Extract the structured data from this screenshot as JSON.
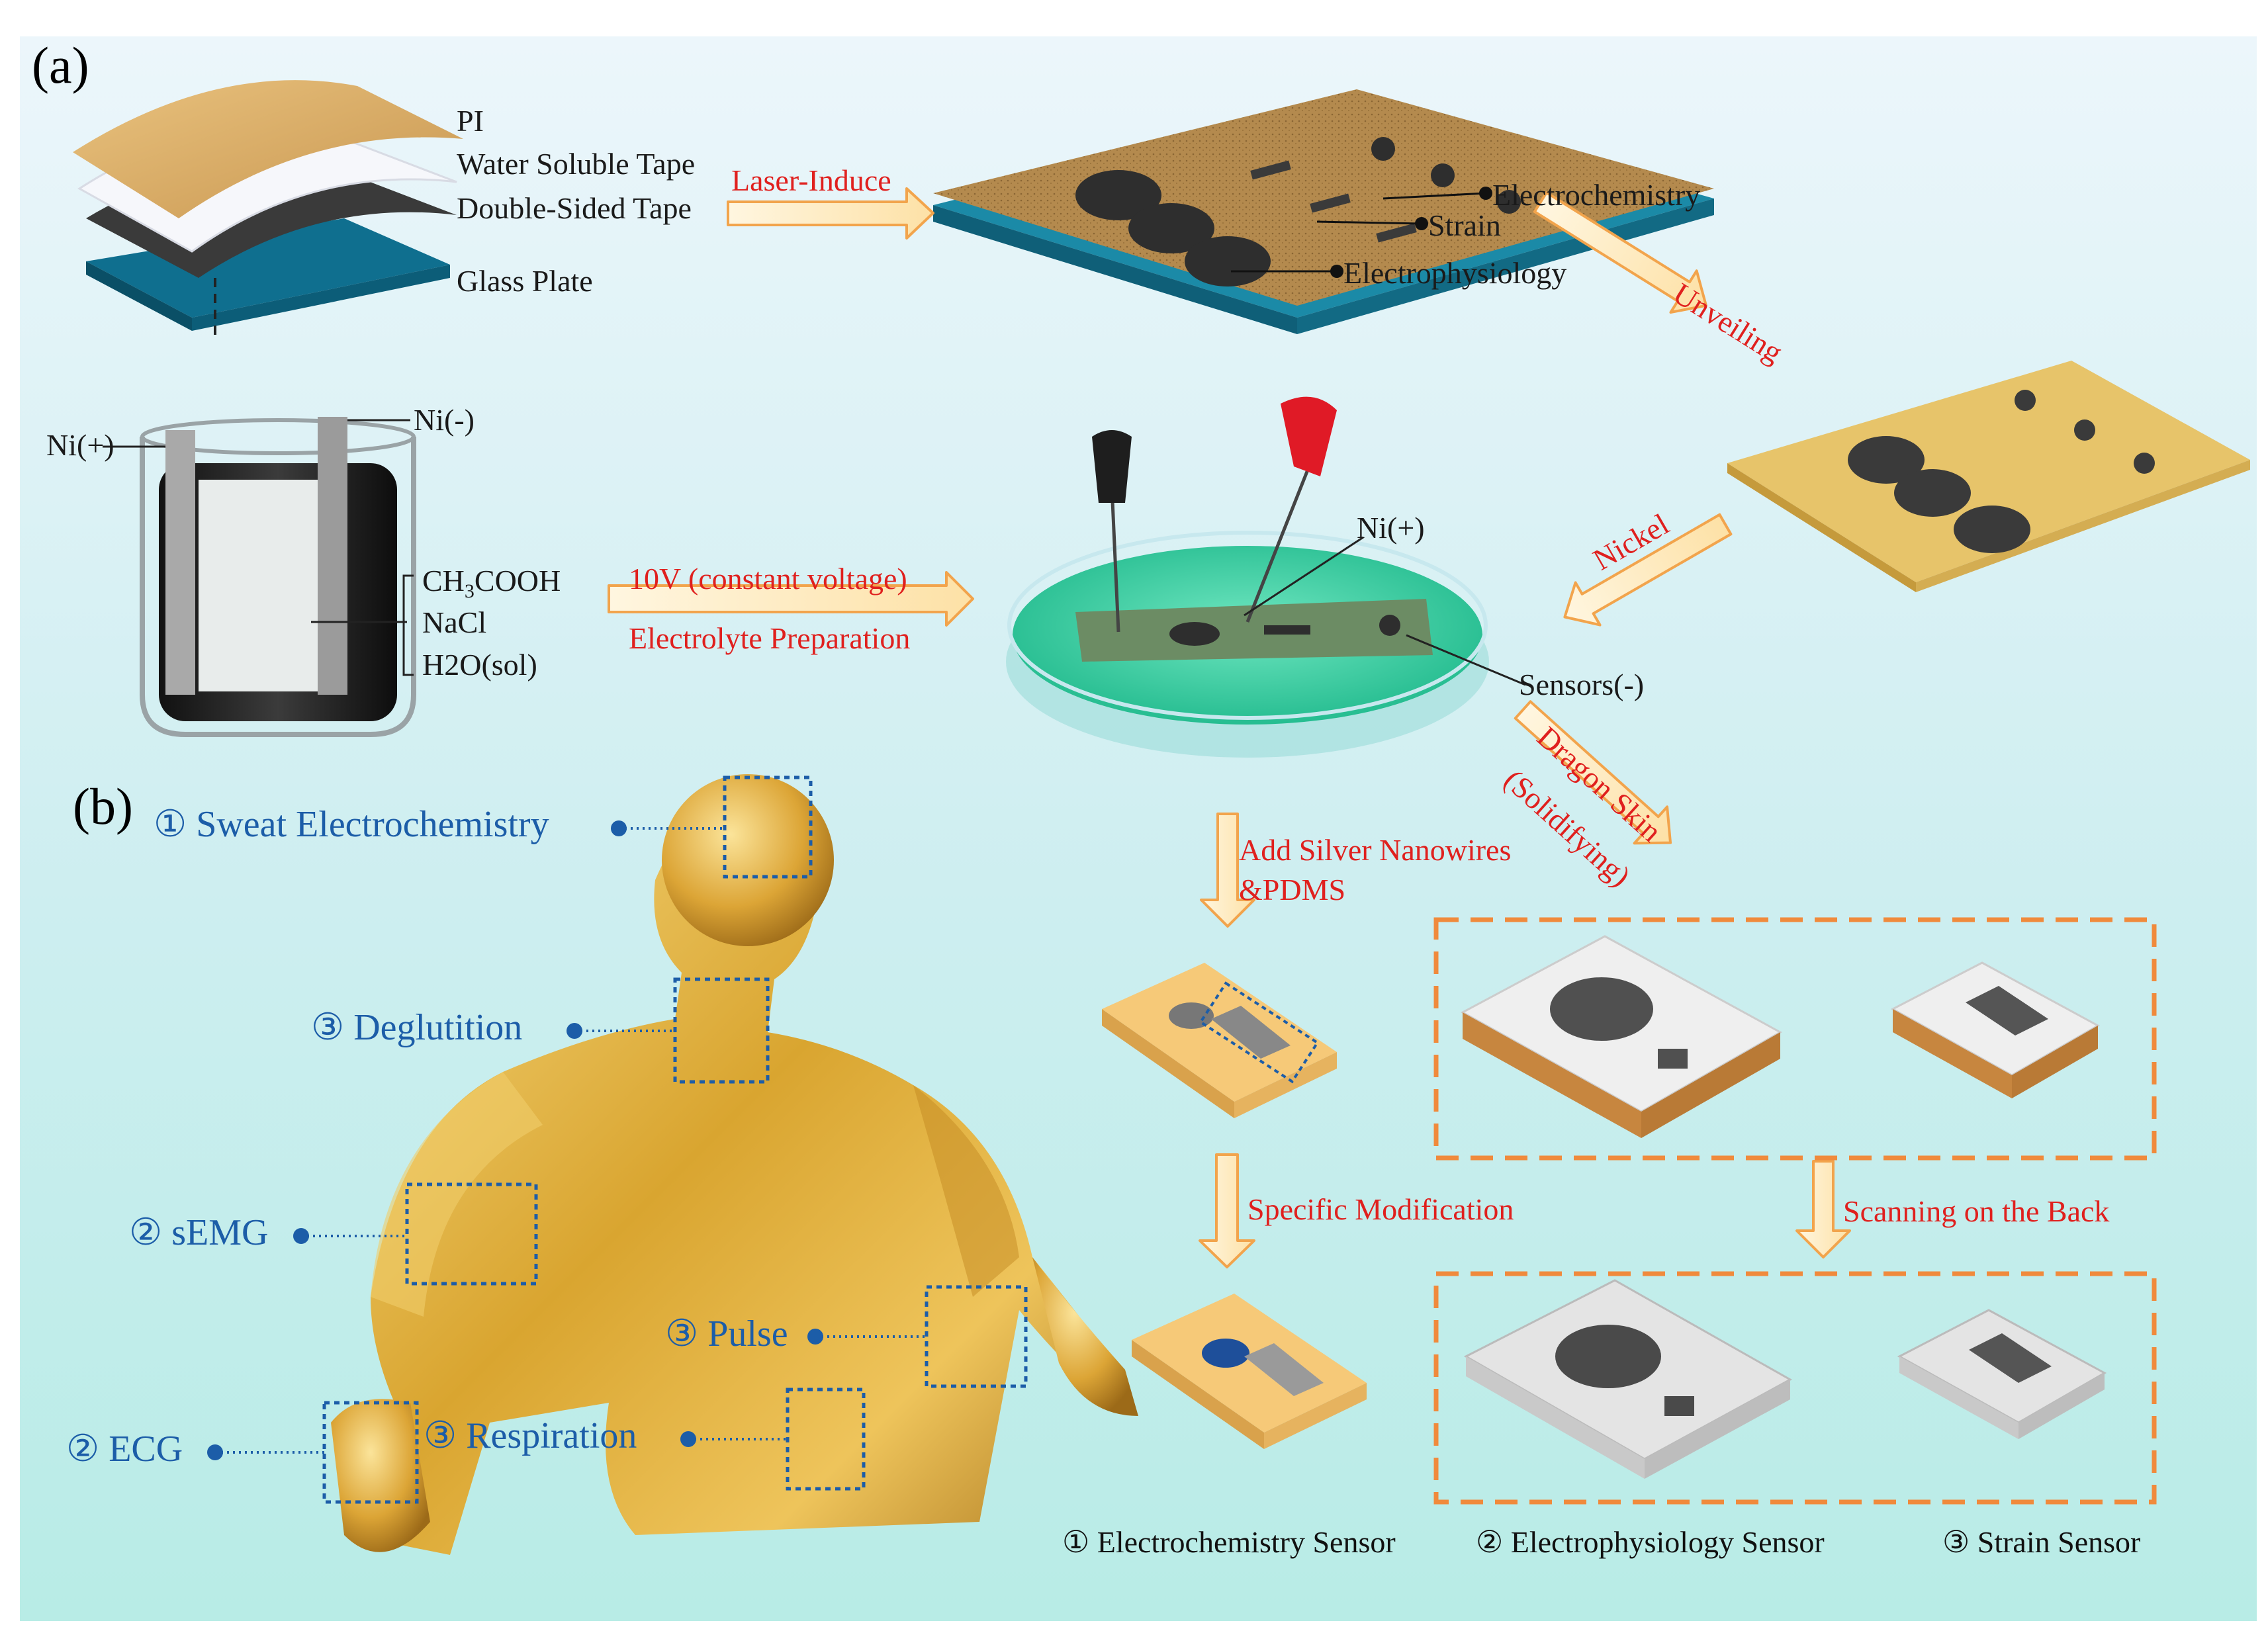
{
  "panels": {
    "a": "(a)",
    "b": "(b)"
  },
  "layers": {
    "pi": "PI",
    "water": "Water Soluble Tape",
    "double": "Double-Sided Tape",
    "glass": "Glass Plate"
  },
  "steps": {
    "laser": "Laser-Induce",
    "unveiling": "Unveiling",
    "nickel": "Nickel",
    "voltage": "10V (constant voltage)",
    "electrolyte": "Electrolyte Preparation",
    "dragon1": "Dragon Skin",
    "dragon2": "(Solidifying)",
    "silver1": "Add Silver Nanowires",
    "silver2": "&PDMS",
    "specific": "Specific Modification",
    "scanning": "Scanning on the Back"
  },
  "board_labels": {
    "electrochem": "Electrochemistry",
    "strain": "Strain",
    "electrophys": "Electrophysiology"
  },
  "beaker": {
    "ni_plus": "Ni(+)",
    "ni_minus": "Ni(-)",
    "chem1_pre": "CH",
    "chem1_sub": "3",
    "chem1_post": "COOH",
    "chem2": "NaCl",
    "chem3": "H2O(sol)"
  },
  "dish": {
    "ni_plus": "Ni(+)",
    "sensors": "Sensors(-)"
  },
  "body": {
    "sweat": "① Sweat Electrochemistry",
    "deglutition": "③ Deglutition",
    "semg": "② sEMG",
    "pulse": "③ Pulse",
    "ecg": "② ECG",
    "respiration": "③ Respiration"
  },
  "captions": {
    "c1": "① Electrochemistry Sensor",
    "c2": "② Electrophysiology Sensor",
    "c3": "③ Strain Sensor"
  },
  "colors": {
    "red_text": "#e0201e",
    "blue_text": "#1c5da8",
    "orange_dash": "#f08a3c",
    "arrow_fill": "#fde7b8",
    "arrow_stroke": "#f2a44c",
    "pi": "#d6a85c",
    "gold": "#d9a530",
    "dish_liquid": "#33d3a4"
  }
}
